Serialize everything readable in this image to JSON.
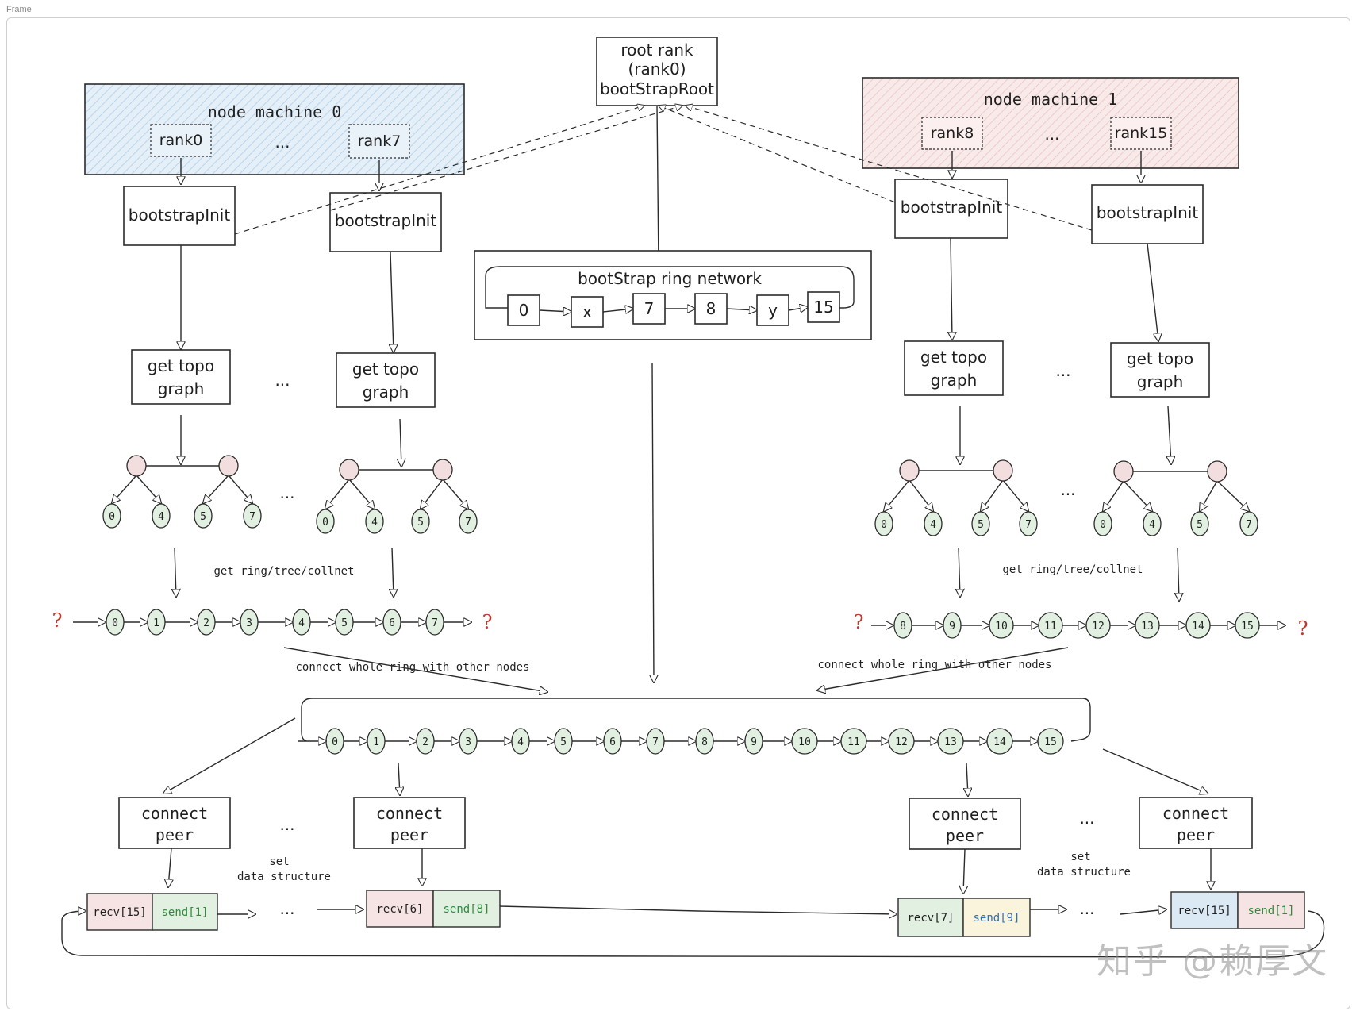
{
  "frame_label": "Frame",
  "root": {
    "line1": "root rank",
    "line2": "(rank0)",
    "line3": "bootStrapRoot"
  },
  "machines": [
    {
      "title": "node machine 0",
      "rank_a": "rank0",
      "rank_b": "rank7",
      "dots": "...",
      "color": "#dbe9f4"
    },
    {
      "title": "node machine 1",
      "rank_a": "rank8",
      "rank_b": "rank15",
      "dots": "...",
      "color": "#f6e3e3"
    }
  ],
  "bootstrap_label": "bootstrapInit",
  "topo": {
    "line1": "get topo",
    "line2": "graph"
  },
  "ellipsis": "...",
  "ring_network": {
    "title": "bootStrap ring network",
    "cells": [
      "0",
      "x",
      "7",
      "8",
      "y",
      "15"
    ]
  },
  "tree_leaves": [
    "0",
    "4",
    "5",
    "7"
  ],
  "get_ring_label": "get ring/tree/collnet",
  "left_ring": [
    "0",
    "1",
    "2",
    "3",
    "4",
    "5",
    "6",
    "7"
  ],
  "right_ring": [
    "8",
    "9",
    "10",
    "11",
    "12",
    "13",
    "14",
    "15"
  ],
  "question": "?",
  "connect_label": "connect whole ring with other nodes",
  "full_ring": [
    "0",
    "1",
    "2",
    "3",
    "4",
    "5",
    "6",
    "7",
    "8",
    "9",
    "10",
    "11",
    "12",
    "13",
    "14",
    "15"
  ],
  "connect_peer": {
    "line1": "connect",
    "line2": "peer"
  },
  "set_ds": {
    "line1": "set",
    "line2": "data structure"
  },
  "buffers": [
    {
      "recv": "recv[15]",
      "send": "send[1]",
      "recv_color": "#f6e3e3",
      "send_color": "#e1f0e1"
    },
    {
      "recv": "recv[6]",
      "send": "send[8]",
      "recv_color": "#f6e3e3",
      "send_color": "#e1f0e1"
    },
    {
      "recv": "recv[7]",
      "send": "send[9]",
      "recv_color": "#e1f0e1",
      "send_color": "#fbf4dc"
    },
    {
      "recv": "recv[15]",
      "send": "send[1]",
      "recv_color": "#dbe9f4",
      "send_color": "#f6e3e3"
    }
  ],
  "watermark": "知乎 @赖厚文"
}
